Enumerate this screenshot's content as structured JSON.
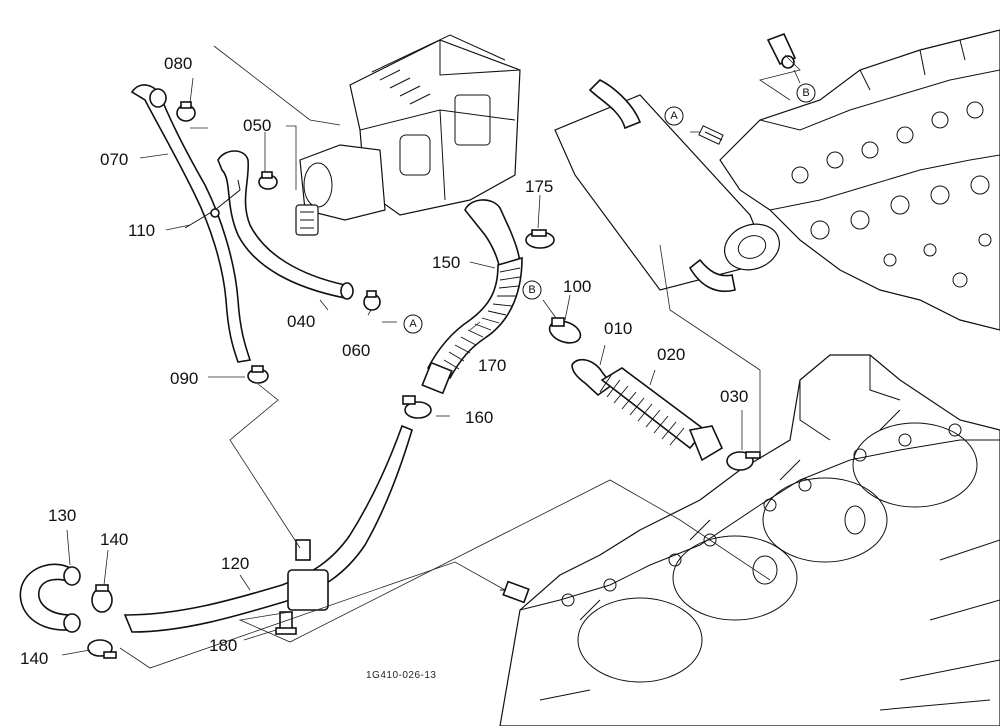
{
  "diagram": {
    "part_labels": [
      {
        "id": "080",
        "text": "080"
      },
      {
        "id": "050",
        "text": "050"
      },
      {
        "id": "070",
        "text": "070"
      },
      {
        "id": "110",
        "text": "110"
      },
      {
        "id": "040",
        "text": "040"
      },
      {
        "id": "060",
        "text": "060"
      },
      {
        "id": "090",
        "text": "090"
      },
      {
        "id": "175",
        "text": "175"
      },
      {
        "id": "150",
        "text": "150"
      },
      {
        "id": "170",
        "text": "170"
      },
      {
        "id": "160",
        "text": "160"
      },
      {
        "id": "100",
        "text": "100"
      },
      {
        "id": "010",
        "text": "010"
      },
      {
        "id": "020",
        "text": "020"
      },
      {
        "id": "030",
        "text": "030"
      },
      {
        "id": "130",
        "text": "130"
      },
      {
        "id": "140a",
        "text": "140"
      },
      {
        "id": "140b",
        "text": "140"
      },
      {
        "id": "120",
        "text": "120"
      },
      {
        "id": "180",
        "text": "180"
      }
    ],
    "reference_markers": [
      {
        "id": "A1",
        "text": "A"
      },
      {
        "id": "A2",
        "text": "A"
      },
      {
        "id": "B1",
        "text": "B"
      },
      {
        "id": "B2",
        "text": "B"
      }
    ],
    "drawing_code": "1G410-026-13"
  }
}
